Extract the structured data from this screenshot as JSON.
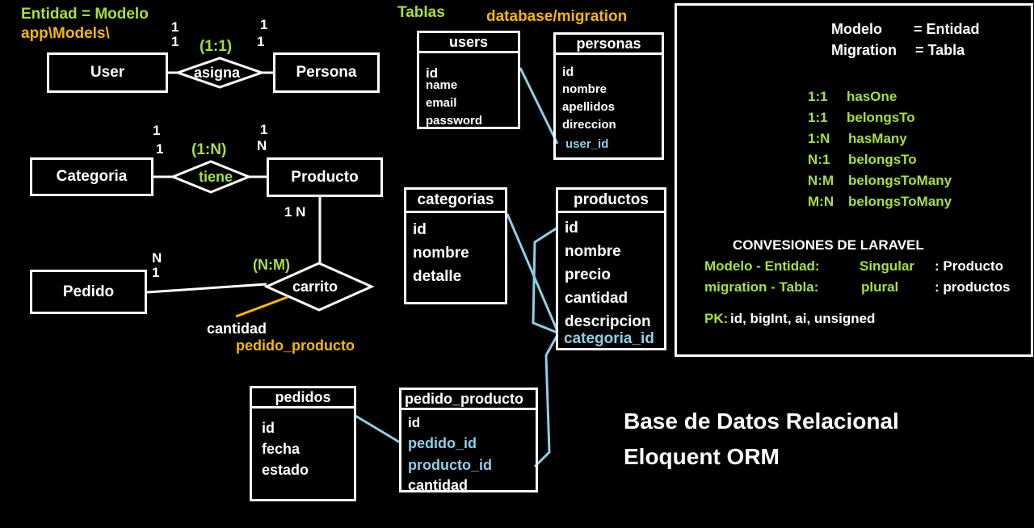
{
  "header": {
    "entity_eq_model": "Entidad = Modelo",
    "models_path": "app\\Models\\",
    "tables_label": "Tablas",
    "migration_path": "database/migration"
  },
  "er": {
    "entities": {
      "user": "User",
      "persona": "Persona",
      "categoria": "Categoria",
      "producto": "Producto",
      "pedido": "Pedido"
    },
    "relations": {
      "asigna": "asigna",
      "tiene": "tiene",
      "carrito": "carrito"
    },
    "cardinality": {
      "asigna_type": "(1:1)",
      "user_a": "1",
      "user_b": "1",
      "persona_a": "1",
      "persona_b": "1",
      "tiene_type": "(1:N)",
      "categoria_a": "1",
      "categoria_b": "1",
      "producto_a": "1",
      "producto_b": "N",
      "producto_c": "1 N",
      "carrito_type": "(N:M)",
      "pedido_a": "N",
      "pedido_b": "1"
    },
    "carrito_attr": "cantidad",
    "carrito_table": "pedido_producto"
  },
  "tables": {
    "users": {
      "title": "users",
      "fields": [
        "id",
        "name",
        "email",
        "password"
      ]
    },
    "personas": {
      "title": "personas",
      "fields": [
        "id",
        "nombre",
        "apellidos",
        "direccion",
        "user_id"
      ]
    },
    "categorias": {
      "title": "categorias",
      "fields": [
        "id",
        "nombre",
        "detalle"
      ]
    },
    "productos": {
      "title": "productos",
      "fields": [
        "id",
        "nombre",
        "precio",
        "cantidad",
        "descripcion",
        "categoria_id"
      ]
    },
    "pedidos": {
      "title": "pedidos",
      "fields": [
        "id",
        "fecha",
        "estado"
      ]
    },
    "pedido_producto": {
      "title": "pedido_producto",
      "fields": [
        "id",
        "pedido_id",
        "producto_id",
        "cantidad"
      ]
    }
  },
  "panel": {
    "modelo_label": "Modelo",
    "modelo_eq": "= Entidad",
    "migration_label": "Migration",
    "migration_eq": "= Tabla",
    "relations": [
      {
        "card": "1:1",
        "method": "hasOne"
      },
      {
        "card": "1:1",
        "method": "belongsTo"
      },
      {
        "card": "1:N",
        "method": "hasMany"
      },
      {
        "card": "N:1",
        "method": "belongsTo"
      },
      {
        "card": "N:M",
        "method": "belongsToMany"
      },
      {
        "card": "M:N",
        "method": "belongsToMany"
      }
    ],
    "conventions_title": "CONVESIONES DE LARAVEL",
    "conv_model_label": "Modelo - Entidad:",
    "conv_model_rule": "Singular",
    "conv_model_example": ": Producto",
    "conv_migration_label": "migration - Tabla:",
    "conv_migration_rule": "plural",
    "conv_migration_example": ": productos",
    "pk_label": "PK:",
    "pk_text": "id, bigInt, ai, unsigned"
  },
  "footer": {
    "title_line1": "Base de Datos Relacional",
    "title_line2": "Eloquent ORM"
  },
  "colors": {
    "background": "#000000",
    "green": "#a8e03a",
    "orange": "#f5b800",
    "fk_blue": "#8ecfe6"
  }
}
